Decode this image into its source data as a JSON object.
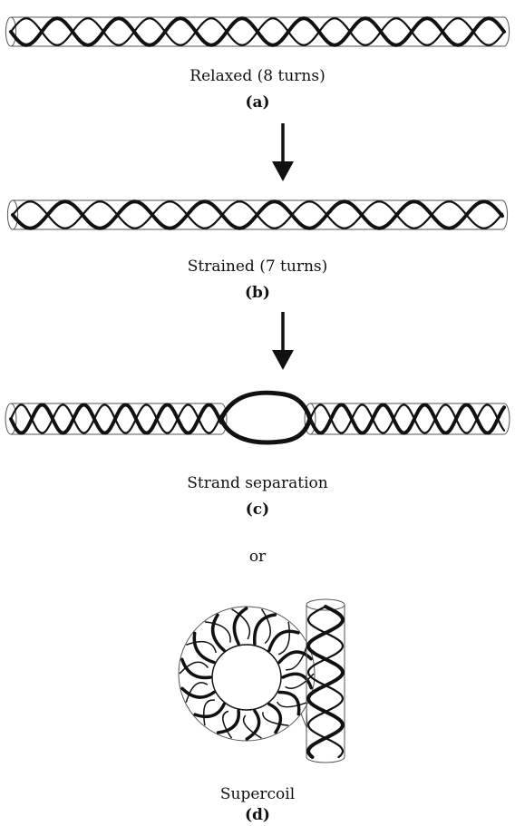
{
  "panels": [
    {
      "caption": "Relaxed (8 turns)",
      "letter": "(a)"
    },
    {
      "caption": "Strained (7 turns)",
      "letter": "(b)"
    },
    {
      "caption": "Strand separation",
      "letter": "(c)"
    },
    {
      "caption": "Supercoil",
      "letter": "(d)"
    }
  ],
  "connector": "or",
  "colors": {
    "ink": "#111111",
    "tube": "#555555"
  }
}
